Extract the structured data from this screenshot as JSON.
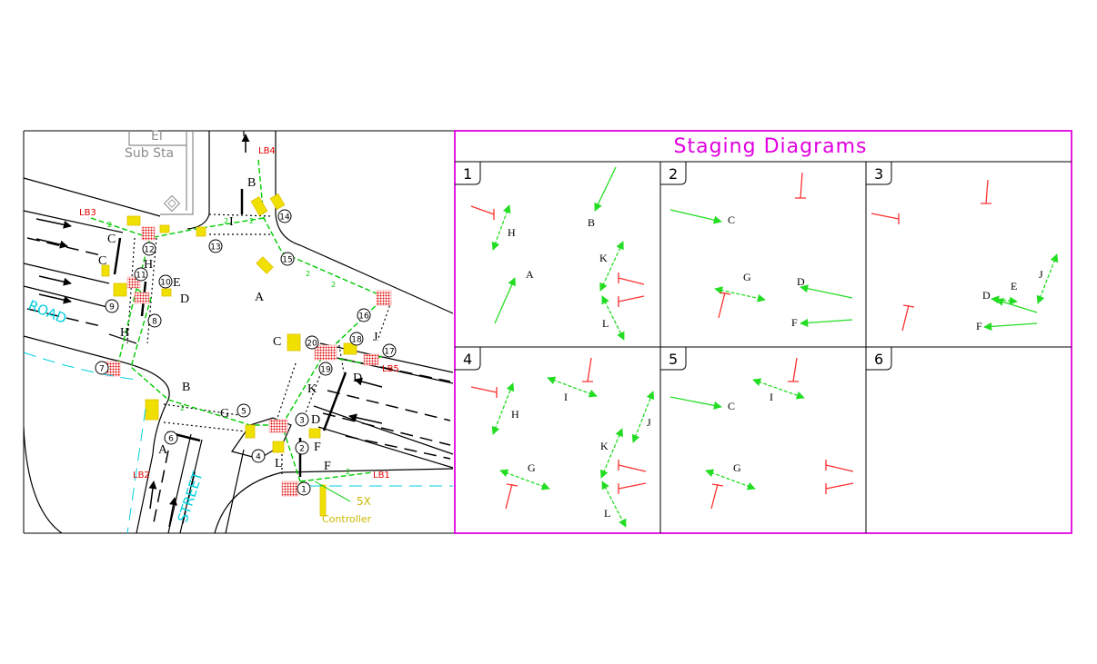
{
  "colors": {
    "frame": "#e000e0",
    "road": "#000000",
    "crossing": "#00cc00",
    "signal": "#f0e000",
    "label_red": "#e00000",
    "street_name": "#00d0e0",
    "stop": "#ff3030",
    "go": "#22dd22",
    "building": "#8c8c8c"
  },
  "plan": {
    "substation_label_1": "El",
    "substation_label_2": "Sub Sta",
    "road_name": "ROAD",
    "street_name": "STREET",
    "controller_count": "5X",
    "controller_label": "Controller",
    "loop_labels": [
      {
        "id": "lb4",
        "text": "LB4"
      },
      {
        "id": "lb3",
        "text": "LB3"
      },
      {
        "id": "lb5",
        "text": "LB5"
      },
      {
        "id": "lb2",
        "text": "LB2"
      },
      {
        "id": "lb1",
        "text": "LB1"
      }
    ],
    "crossing_numbers": [
      "1",
      "2",
      "3",
      "4",
      "5",
      "6",
      "7",
      "8",
      "9",
      "10",
      "11",
      "12",
      "13",
      "14",
      "15",
      "16",
      "17",
      "18",
      "19",
      "20"
    ],
    "crossing_gap_marks": [
      "2",
      "2",
      "2",
      "2",
      "2",
      "2",
      "2"
    ],
    "phase_letters": {
      "B_top": "B",
      "I_top": "I",
      "C_left1": "C",
      "C_left2": "C",
      "H1": "H",
      "H2": "H",
      "E": "E",
      "D_left": "D",
      "A_center": "A",
      "C_right": "C",
      "J": "J",
      "D_right1": "D",
      "K": "K",
      "D_right2": "D",
      "F1": "F",
      "F2": "F",
      "L": "L",
      "G": "G",
      "B_bottom": "B",
      "A_bottom": "A"
    }
  },
  "staging": {
    "title": "Staging Diagrams",
    "stages": [
      {
        "number": "1",
        "labels": [
          "H",
          "B",
          "A",
          "K",
          "L"
        ]
      },
      {
        "number": "2",
        "labels": [
          "C",
          "G",
          "D",
          "F"
        ]
      },
      {
        "number": "3",
        "labels": [
          "J",
          "E",
          "D",
          "F"
        ]
      },
      {
        "number": "4",
        "labels": [
          "I",
          "H",
          "J",
          "K",
          "G",
          "L"
        ]
      },
      {
        "number": "5",
        "labels": [
          "C",
          "I",
          "G"
        ]
      },
      {
        "number": "6",
        "labels": []
      }
    ]
  }
}
